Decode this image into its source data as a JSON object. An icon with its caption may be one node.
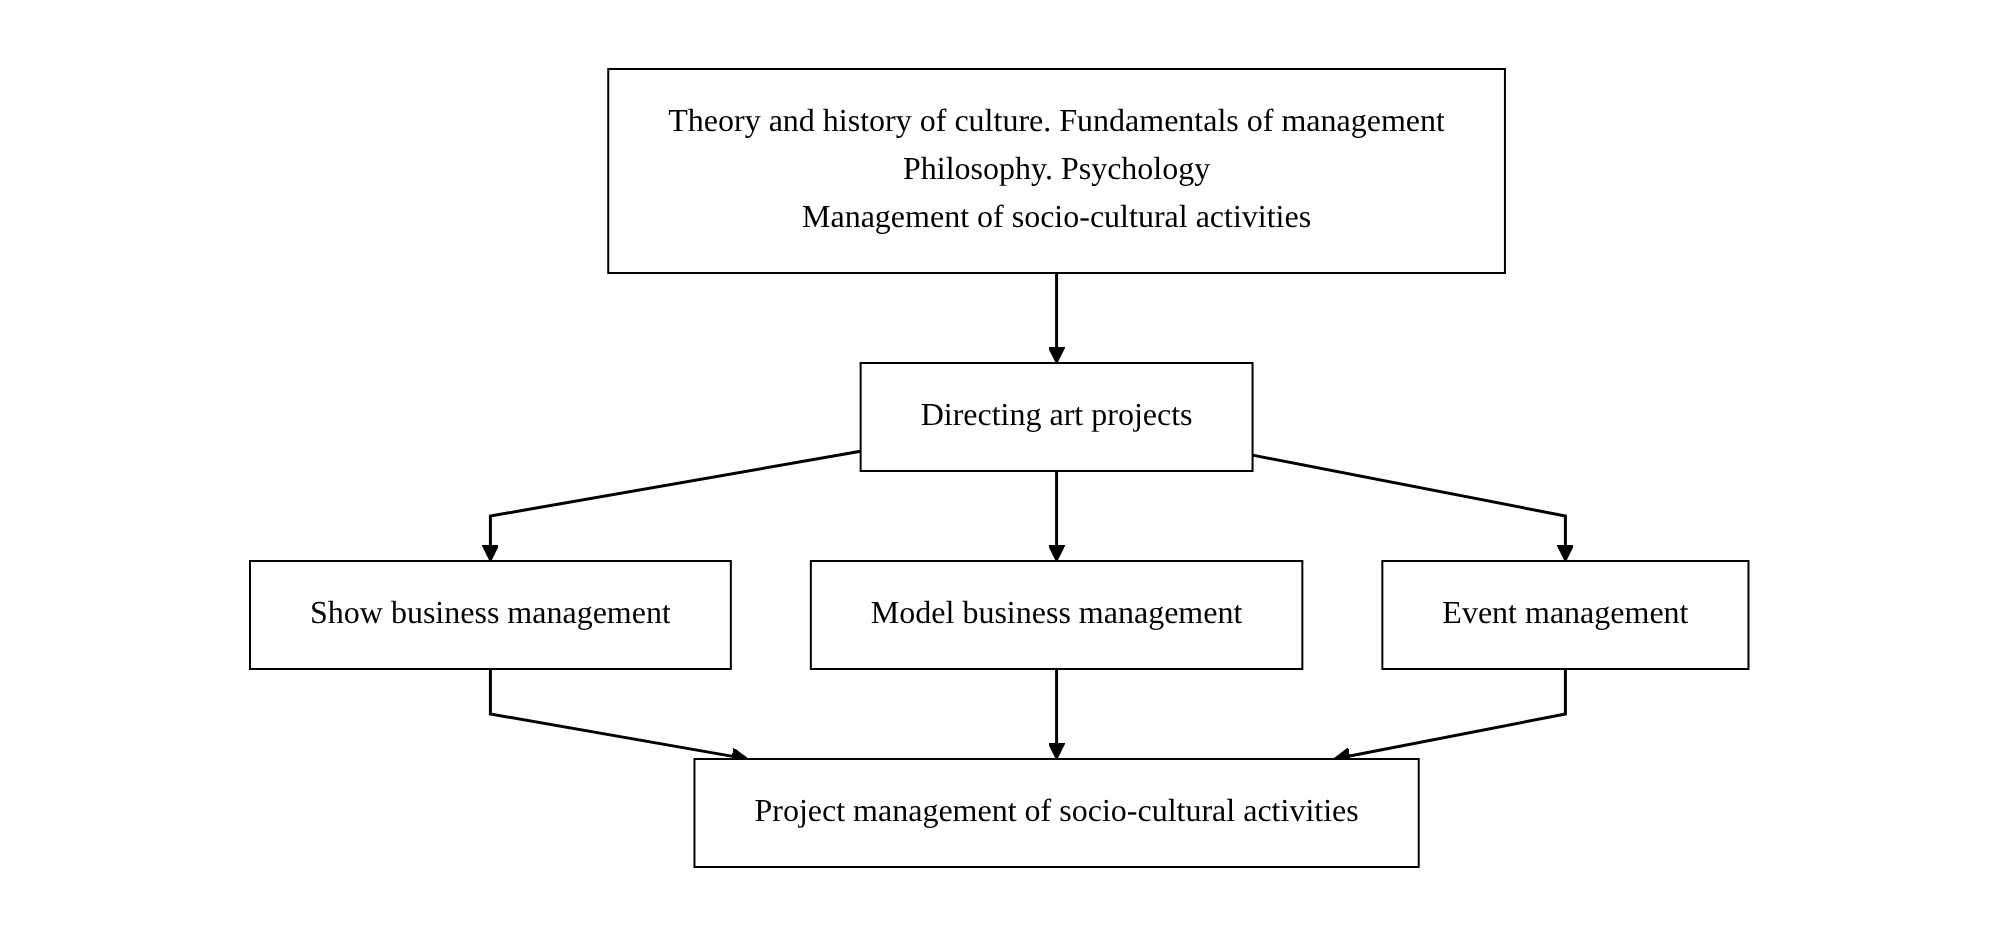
{
  "diagram": {
    "nodes": [
      {
        "text": [
          "Theory and history of culture. Fundamentals of management",
          "Philosophy. Psychology",
          "Management of socio-cultural activities"
        ]
      },
      {
        "text": [
          "Directing art projects"
        ]
      },
      {
        "text": [
          "Show business management"
        ]
      },
      {
        "text": [
          "Model business management"
        ]
      },
      {
        "text": [
          "Event management"
        ]
      },
      {
        "text": [
          "Project management of socio-cultural activities"
        ]
      }
    ],
    "edges": [
      {
        "from": 0,
        "to": 1,
        "arrow": "to"
      },
      {
        "from": 1,
        "to": 2,
        "arrow": "to"
      },
      {
        "from": 1,
        "to": 3,
        "arrow": "to"
      },
      {
        "from": 1,
        "to": 4,
        "arrow": "to"
      },
      {
        "from": 2,
        "to": 5,
        "arrow": "to"
      },
      {
        "from": 3,
        "to": 5,
        "arrow": "to"
      },
      {
        "from": 4,
        "to": 5,
        "arrow": "to"
      }
    ]
  }
}
